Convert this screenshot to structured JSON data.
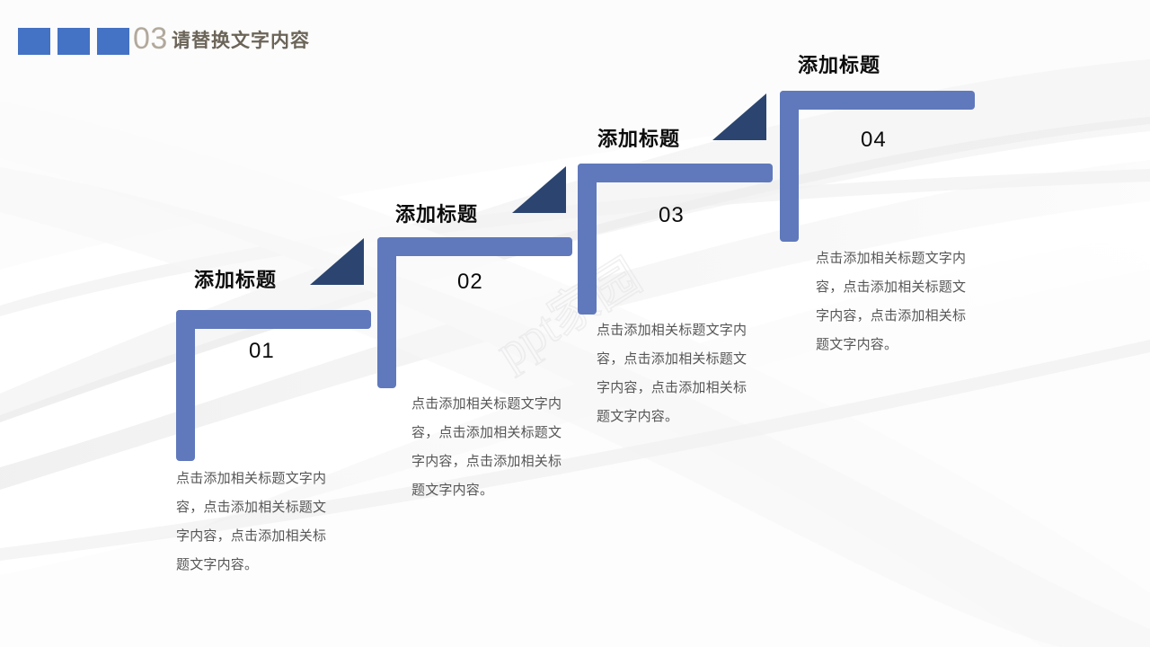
{
  "header": {
    "number": "03",
    "title": "请替换文字内容",
    "square_color": "#4472C4",
    "number_color": "#B2A99C",
    "title_color": "#6B6458",
    "squares": [
      "square-1",
      "square-2",
      "square-3"
    ]
  },
  "theme": {
    "bar_color": "#6079BC",
    "triangle_color": "#2B4570",
    "body_text_color": "#565656",
    "title_text_color": "#0C0C0C",
    "background": "#FFFFFF"
  },
  "watermark": {
    "text": "ppt家园"
  },
  "steps": [
    {
      "title": "添加标题",
      "number": "01",
      "body": "点击添加相关标题文字内容，点击添加相关标题文字内容，点击添加相关标题文字内容。",
      "has_arrow": true
    },
    {
      "title": "添加标题",
      "number": "02",
      "body": "点击添加相关标题文字内容，点击添加相关标题文字内容，点击添加相关标题文字内容。",
      "has_arrow": true
    },
    {
      "title": "添加标题",
      "number": "03",
      "body": "点击添加相关标题文字内容，点击添加相关标题文字内容，点击添加相关标题文字内容。",
      "has_arrow": true
    },
    {
      "title": "添加标题",
      "number": "04",
      "body": "点击添加相关标题文字内容，点击添加相关标题文字内容，点击添加相关标题文字内容。",
      "has_arrow": false
    }
  ]
}
